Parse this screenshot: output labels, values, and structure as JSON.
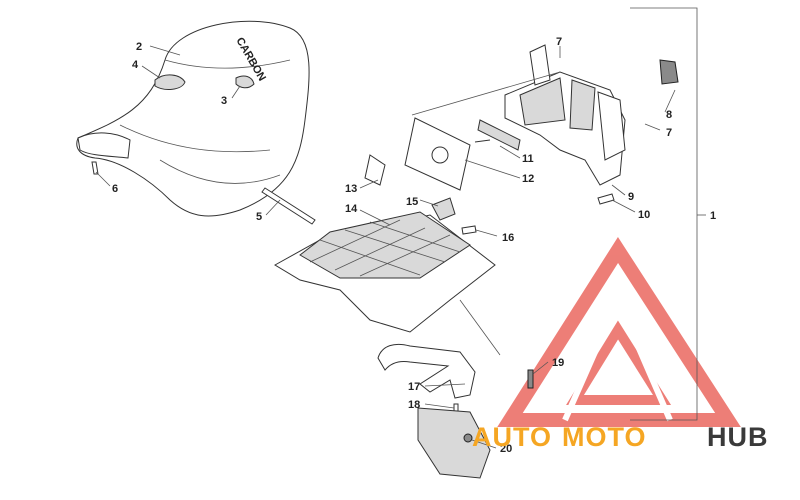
{
  "callouts": [
    {
      "label": "1"
    },
    {
      "label": "2"
    },
    {
      "label": "3"
    },
    {
      "label": "4"
    },
    {
      "label": "5"
    },
    {
      "label": "6"
    },
    {
      "label": "7"
    },
    {
      "label": "7"
    },
    {
      "label": "8"
    },
    {
      "label": "9"
    },
    {
      "label": "10"
    },
    {
      "label": "11"
    },
    {
      "label": "12"
    },
    {
      "label": "13"
    },
    {
      "label": "14"
    },
    {
      "label": "15"
    },
    {
      "label": "16"
    },
    {
      "label": "17"
    },
    {
      "label": "18"
    },
    {
      "label": "19"
    },
    {
      "label": "20"
    }
  ],
  "seat_print": "CARBON",
  "watermark": {
    "part1": "AUTO",
    "part2": "MOTO",
    "part3": "HUB",
    "color_accent": "#f5a623",
    "color_dark": "#3a3a3a",
    "color_logo": "#e8534a"
  }
}
